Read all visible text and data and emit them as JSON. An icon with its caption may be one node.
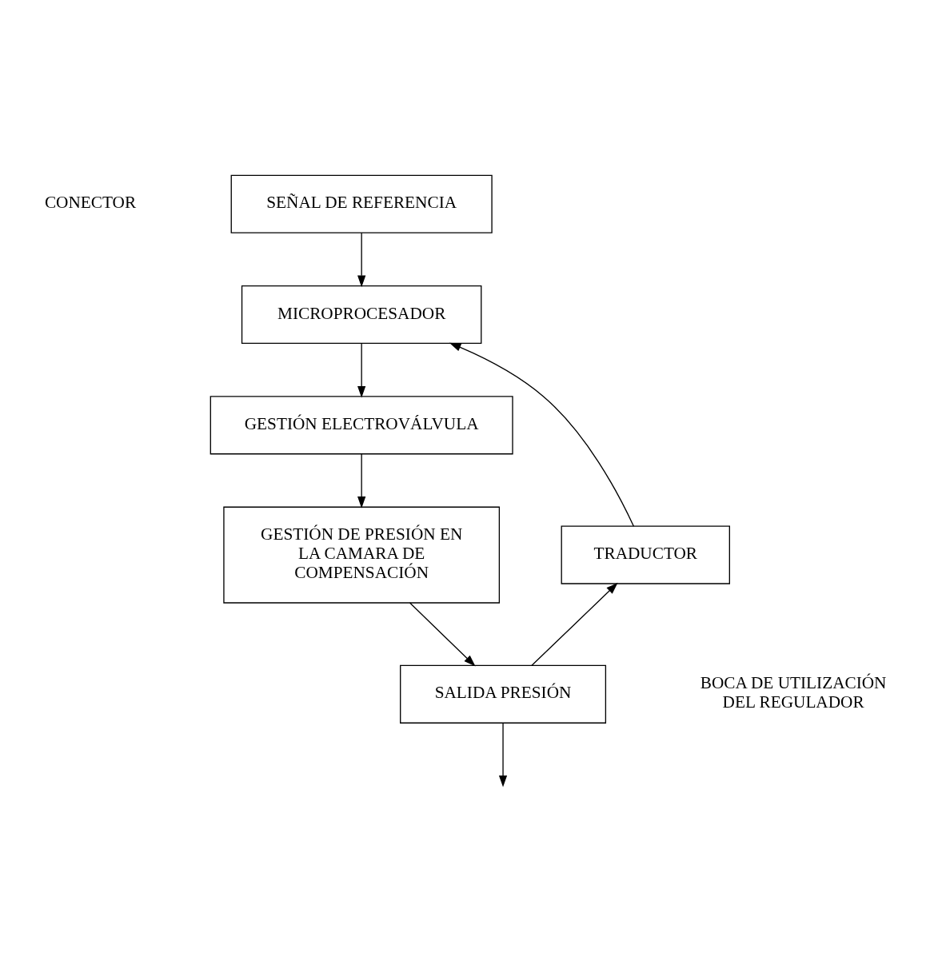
{
  "diagram": {
    "nodes": [
      {
        "text": [
          "SEÑAL DE REFERENCIA"
        ]
      },
      {
        "text": [
          "MICROPROCESADOR"
        ]
      },
      {
        "text": [
          "GESTIÓN ELECTROVÁLVULA"
        ]
      },
      {
        "text": [
          "GESTIÓN DE PRESIÓN EN LA CAMARA DE COMPENSACIÓN"
        ]
      },
      {
        "text": [
          "SALIDA PRESIÓN"
        ]
      },
      {
        "text": [
          "TRADUCTOR"
        ]
      }
    ],
    "edges": [
      {
        "from": 0,
        "to": 1,
        "arrow": "to"
      },
      {
        "from": 1,
        "to": 2,
        "arrow": "to"
      },
      {
        "from": 2,
        "to": 3,
        "arrow": "to"
      },
      {
        "from": 3,
        "to": 4,
        "arrow": "to"
      },
      {
        "from": 4,
        "to": 5,
        "arrow": "to"
      },
      {
        "from": 5,
        "to": 1,
        "arrow": "to"
      },
      {
        "from": 4,
        "to": null,
        "arrow": "to"
      }
    ],
    "labels": [
      "CONECTOR",
      "BOCA DE UTILIZACIÓN DEL REGULADOR"
    ]
  }
}
